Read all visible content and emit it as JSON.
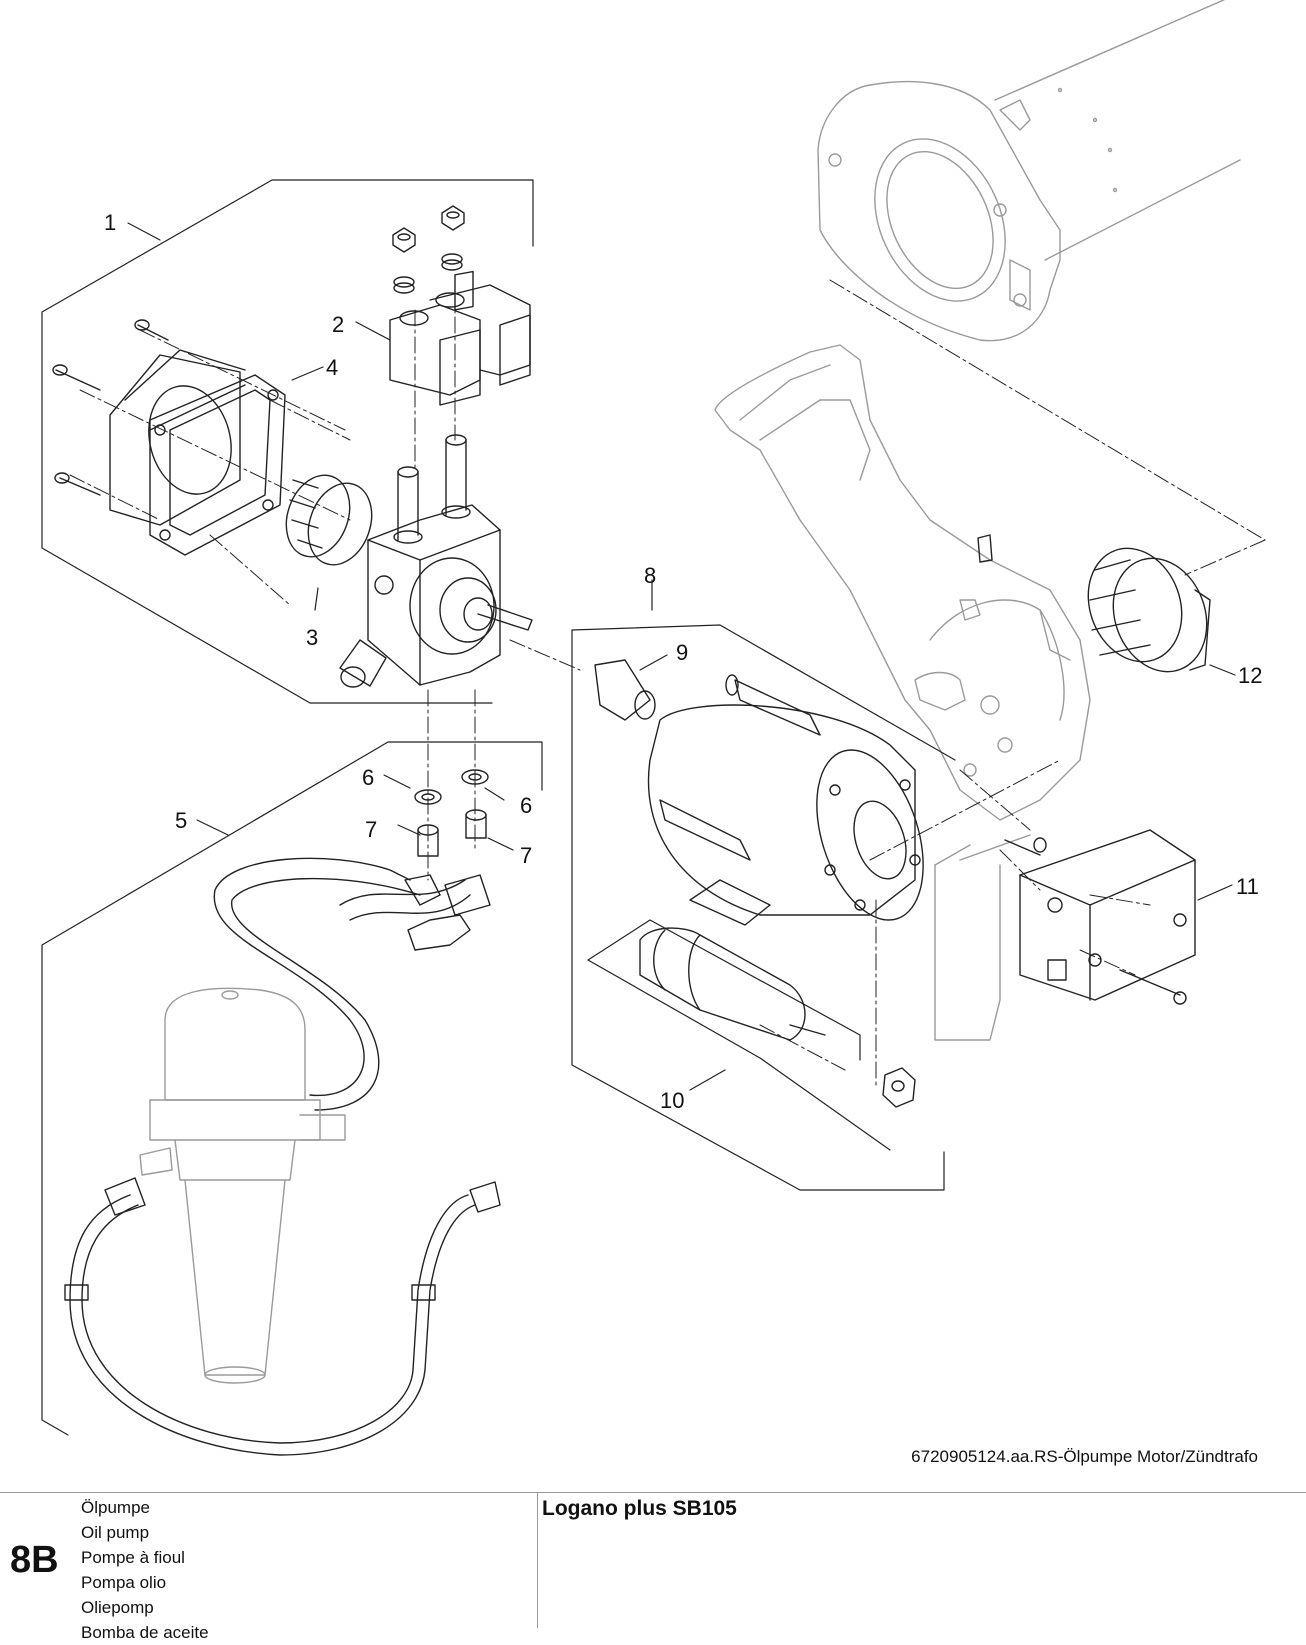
{
  "callouts": [
    "1",
    "2",
    "3",
    "4",
    "5",
    "6",
    "6",
    "7",
    "7",
    "8",
    "9",
    "10",
    "11",
    "12"
  ],
  "drawing_reference": "6720905124.aa.RS-Ölpumpe Motor/Zündtrafo",
  "footer": {
    "section_code": "8B",
    "names": [
      "Ölpumpe",
      "Oil pump",
      "Pompe à fioul",
      "Pompa olio",
      "Oliepomp",
      "Bomba de aceite"
    ],
    "model": "Logano plus SB105"
  }
}
